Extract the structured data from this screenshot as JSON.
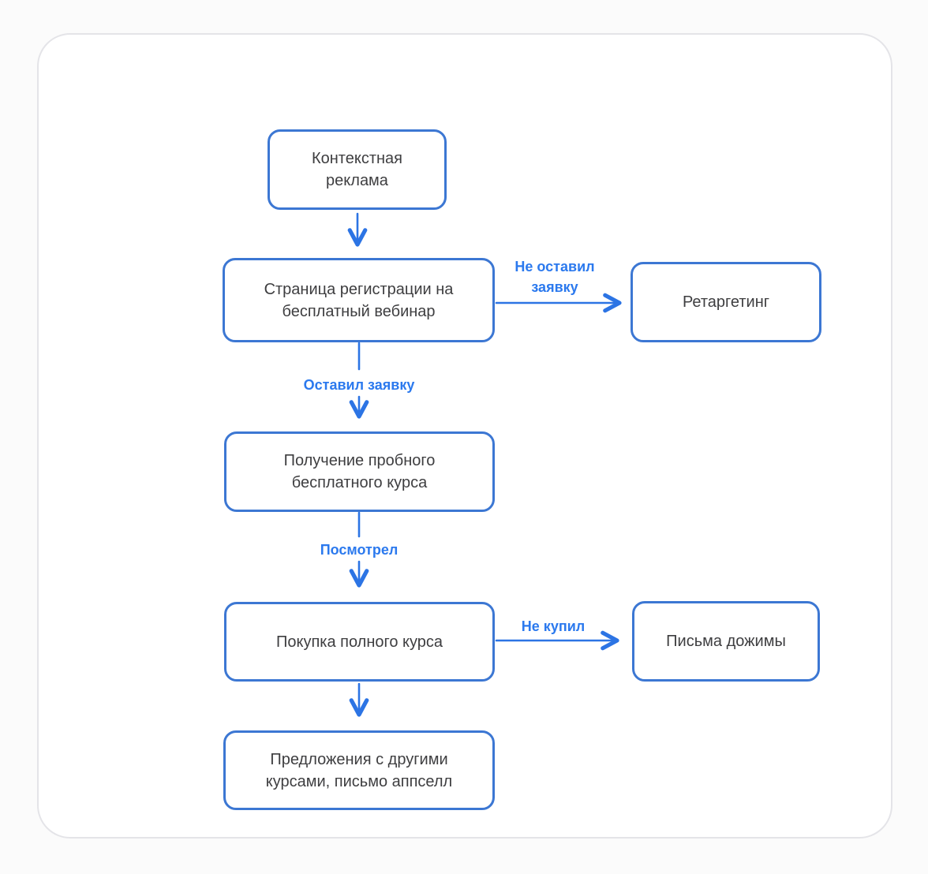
{
  "colors": {
    "page_bg": "#fbfbfb",
    "card_bg": "#ffffff",
    "card_border": "#e4e4e8",
    "node_border": "#3c77d3",
    "node_text": "#3e3e40",
    "arrow": "#2c74e4",
    "edge_label_text": "#2b79ee"
  },
  "flowchart": {
    "nodes": [
      {
        "id": "contextual-ads",
        "label": "Контекстная реклама"
      },
      {
        "id": "registration-page",
        "label": "Страница регистрации на бесплатный вебинар"
      },
      {
        "id": "retargeting",
        "label": "Ретаргетинг"
      },
      {
        "id": "trial-course",
        "label": "Получение пробного бесплатного курса"
      },
      {
        "id": "purchase-full-course",
        "label": "Покупка полного курса"
      },
      {
        "id": "followup-letters",
        "label": "Письма дожимы"
      },
      {
        "id": "upsell-offers",
        "label": "Предложения с другими курсами, письмо аппселл"
      }
    ],
    "edge_labels": [
      {
        "id": "no-request",
        "label": "Не оставил заявку"
      },
      {
        "id": "left-request",
        "label": "Оставил заявку"
      },
      {
        "id": "watched",
        "label": "Посмотрел"
      },
      {
        "id": "not-bought",
        "label": "Не купил"
      }
    ]
  }
}
